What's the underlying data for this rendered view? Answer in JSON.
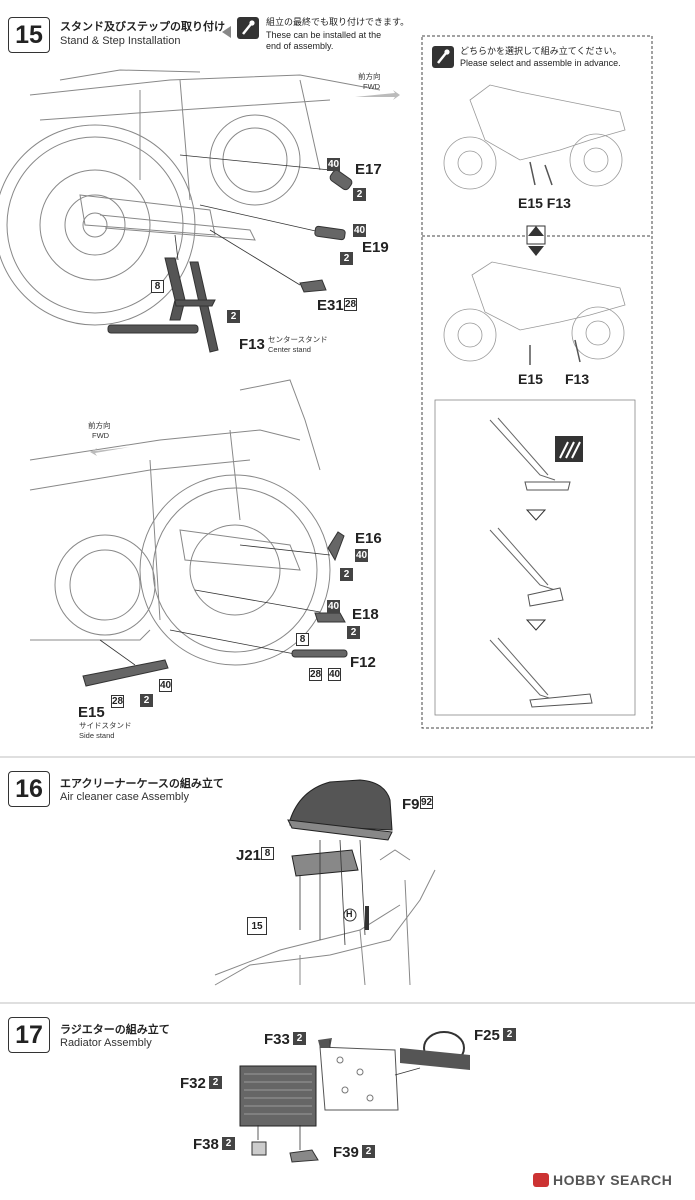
{
  "step15": {
    "number": "15",
    "title_jp": "スタンド及びステップの取り付け",
    "title_en": "Stand & Step Installation",
    "note_jp": "組立の最終でも取り付けできます。",
    "note_en_1": "These can be installed at the",
    "note_en_2": "end of assembly.",
    "fwd_jp": "前方向",
    "fwd_en": "FWD",
    "parts_top": [
      {
        "label": "E17",
        "badges": [
          "40",
          "2"
        ]
      },
      {
        "label": "E19",
        "badges": [
          "40",
          "2"
        ]
      },
      {
        "label": "E31",
        "badges": [
          "28"
        ]
      },
      {
        "label": "F13",
        "badges": [
          "8",
          "2"
        ]
      }
    ],
    "f13_caption_jp": "センタースタンド",
    "f13_caption_en": "Center stand",
    "parts_bottom": [
      {
        "label": "E16",
        "badges": [
          "40",
          "2"
        ]
      },
      {
        "label": "E18",
        "badges": [
          "40",
          "2"
        ]
      },
      {
        "label": "F12",
        "badges": [
          "8",
          "28",
          "40"
        ]
      },
      {
        "label": "E15",
        "badges": [
          "28",
          "2",
          "40"
        ]
      }
    ],
    "e15_caption_jp": "サイドスタンド",
    "e15_caption_en": "Side stand",
    "select_jp": "どちらかを選択して組み立てください。",
    "select_en": "Please select and assemble in advance.",
    "option_a_label": "E15 F13",
    "option_b_e15": "E15",
    "option_b_f13": "F13"
  },
  "step16": {
    "number": "16",
    "title_jp": "エアクリーナーケースの組み立て",
    "title_en": "Air cleaner case Assembly",
    "f9": "F9",
    "f9_badge": "92",
    "j21": "J21",
    "j21_badge": "8",
    "ref": "15",
    "h_mark": "H"
  },
  "step17": {
    "number": "17",
    "title_jp": "ラジエターの組み立て",
    "title_en": "Radiator Assembly",
    "f33": "F33",
    "f33_badge": "2",
    "f25": "F25",
    "f25_badge": "2",
    "f32": "F32",
    "f32_badge": "2",
    "f38": "F38",
    "f38_badge": "2",
    "f39": "F39",
    "f39_badge": "2"
  },
  "watermark": "HOBBY SEARCH"
}
